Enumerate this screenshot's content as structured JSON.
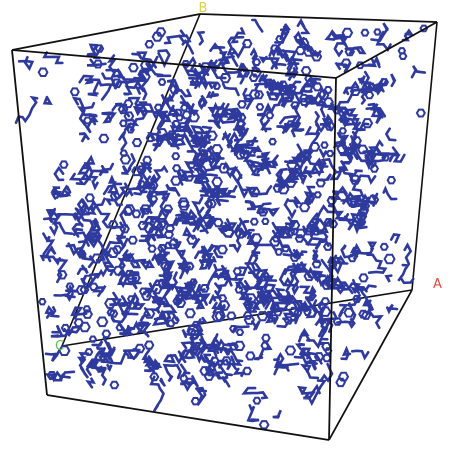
{
  "scene": {
    "background_color": "#ffffff",
    "molecule_color": "#2f3a9e",
    "box_edge_color": "#111111",
    "axes": {
      "a": {
        "label": "A",
        "color": "#e8483c"
      },
      "b": {
        "label": "B",
        "color": "#d8d24a"
      },
      "origin": {
        "label": "C",
        "color": "#58c84a"
      }
    }
  }
}
